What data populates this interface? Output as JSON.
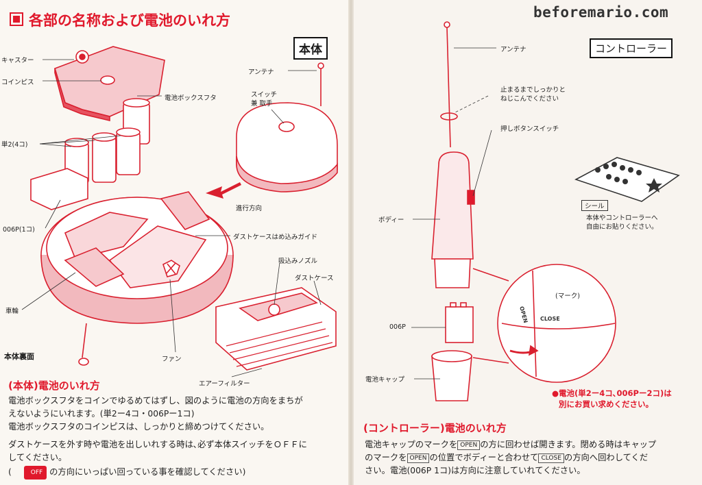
{
  "watermark": "beforemario.com",
  "left": {
    "section_title": "各部の名称および電池のいれ方",
    "box_label": "本体",
    "labels": {
      "caster": "キャスター",
      "coin_piece": "コインピス",
      "battery_cover": "電池ボックスフタ",
      "battery_aa": "単2(4コ)",
      "battery_006p": "006P(1コ)",
      "antenna": "アンテナ",
      "switch_1": "スイッチ",
      "switch_2": "兼 取手",
      "direction": "進行方向",
      "dust_guide": "ダストケースはめ込みガイド",
      "nozzle": "吸込みノズル",
      "dust_case": "ダストケース",
      "wheel": "車輪",
      "underside": "本体裏面",
      "fan": "ファン",
      "air_filter": "エアーフィルター"
    },
    "instructions": {
      "heading": "(本体)電池のいれ方",
      "lines": [
        "電池ボックスフタをコインでゆるめてはずし、図のように電池の方向をまちが",
        "えないようにいれます。(単2ー4コ・006Pー1コ)",
        "電池ボックスフタのコインピスは、しっかりと締めつけてください。",
        "ダストケースを外す時や電池を出しいれする時は､必ず本体スイッチをＯＦＦに",
        "してください。"
      ],
      "note_open": "(",
      "off_button": "OFF",
      "note_rest": "の方向にいっぱい回っている事を確認してください)"
    }
  },
  "right": {
    "box_label": "コントローラー",
    "labels": {
      "antenna": "アンテナ",
      "screw_1": "止まるまでしっかりと",
      "screw_2": "ねじこんでください",
      "push_switch": "押しボタンスイッチ",
      "body": "ボディー",
      "battery_006p": "006P",
      "battery_cap": "電池キャップ",
      "mark": "(マーク)",
      "open_mark": "OPEN",
      "close_mark": "CLOSE",
      "sticker": "シール",
      "sticker_note_1": "本体やコントローラーへ",
      "sticker_note_2": "自由にお貼りください。"
    },
    "battery_note_1": "●電池(単2ー4コ､006Pー2コ)は",
    "battery_note_2": "別にお買い求めください。",
    "instructions": {
      "heading": "(コントローラー)電池のいれ方",
      "l1_a": "電池キャップのマークを",
      "l1_key": "OPEN",
      "l1_b": "の方に回わせば開きます。閉める時はキャップ",
      "l2_a": "のマークを",
      "l2_key": "OPEN",
      "l2_b": "の位置でボディーと合わせて",
      "l2_key2": "CLOSE",
      "l2_c": "の方向へ回わしてくだ",
      "l3": "さい。電池(006P 1コ)は方向に注意していれてください。"
    }
  }
}
